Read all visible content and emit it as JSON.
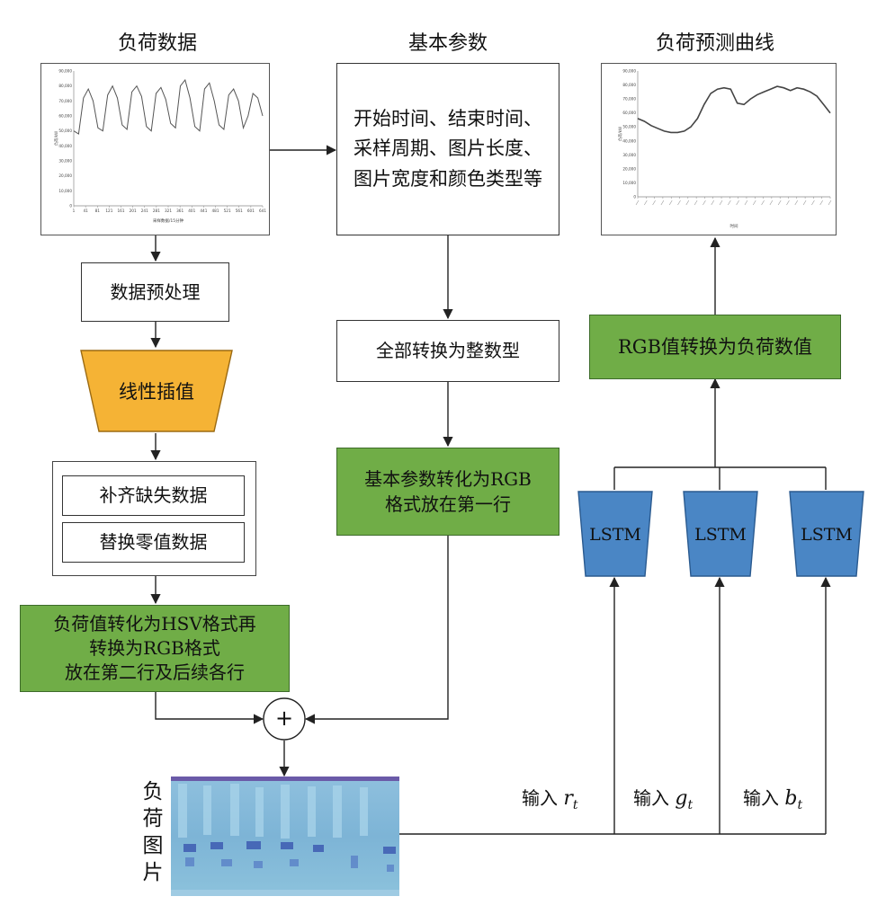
{
  "titles": {
    "load_data": "负荷数据",
    "basic_params": "基本参数",
    "forecast_curve": "负荷预测曲线"
  },
  "boxes": {
    "basic_params_text": "开始时间、结束时间、采样周期、图片长度、图片宽度和颜色类型等",
    "preprocess": "数据预处理",
    "linear_interp": "线性插值",
    "fill_missing": "补齐缺失数据",
    "replace_zero": "替换零值数据",
    "hsv_convert_l1": "负荷值转化为HSV格式再",
    "hsv_convert_l2": "转换为RGB格式",
    "hsv_convert_l3": "放在第二行及后续各行",
    "to_int": "全部转换为整数型",
    "params_rgb_l1": "基本参数转化为RGB",
    "params_rgb_l2": "格式放在第一行",
    "rgb_to_load": "RGB值转换为负荷数值",
    "lstm_label": "LSTM",
    "sum_symbol": "+"
  },
  "load_image_label": [
    "负",
    "荷",
    "图",
    "片"
  ],
  "inputs": {
    "r_prefix": "输入",
    "r_var": "r",
    "r_sub": "t",
    "g_prefix": "输入",
    "g_var": "g",
    "g_sub": "t",
    "b_prefix": "输入",
    "b_var": "b",
    "b_sub": "t"
  },
  "colors": {
    "green": "#70ad47",
    "orange": "#f5b335",
    "lstm_blue": "#4a86c5",
    "load_image_bg": "#7fb6d8"
  },
  "chart_data": [
    {
      "type": "line",
      "ylim": [
        0,
        90000
      ],
      "y_ticks": [
        "0",
        "10,000",
        "20,000",
        "30,000",
        "40,000",
        "50,000",
        "60,000",
        "70,000",
        "80,000",
        "90,000"
      ],
      "x_ticks": [
        "1",
        "41",
        "81",
        "121",
        "161",
        "201",
        "241",
        "281",
        "321",
        "361",
        "401",
        "441",
        "481",
        "521",
        "561",
        "601",
        "641"
      ],
      "ylabel": "负荷/kW",
      "xlabel": "采样数据/15分钟",
      "series": [
        {
          "values": [
            50000,
            48000,
            72000,
            78000,
            70000,
            52000,
            50000,
            74000,
            80000,
            72000,
            54000,
            51000,
            76000,
            80000,
            73000,
            53000,
            50000,
            75000,
            79000,
            71000,
            55000,
            52000,
            80000,
            84000,
            72000,
            53000,
            50000,
            78000,
            82000,
            70000,
            54000,
            51000,
            74000,
            78000,
            70000,
            52000,
            60000,
            75000,
            72000,
            60000
          ]
        }
      ]
    },
    {
      "type": "line",
      "ylim": [
        0,
        90000
      ],
      "y_ticks": [
        "0",
        "10,000",
        "20,000",
        "30,000",
        "40,000",
        "50,000",
        "60,000",
        "70,000",
        "80,000",
        "90,000"
      ],
      "ylabel": "负荷/kW",
      "xlabel": "时间",
      "series": [
        {
          "values": [
            56000,
            54000,
            51000,
            49000,
            47000,
            46000,
            46000,
            47000,
            50000,
            56000,
            66000,
            74000,
            77000,
            78000,
            77000,
            67000,
            66000,
            70000,
            73000,
            75000,
            77000,
            79000,
            78000,
            76000,
            78000,
            77000,
            75000,
            72000,
            66000,
            60000
          ]
        }
      ]
    }
  ]
}
